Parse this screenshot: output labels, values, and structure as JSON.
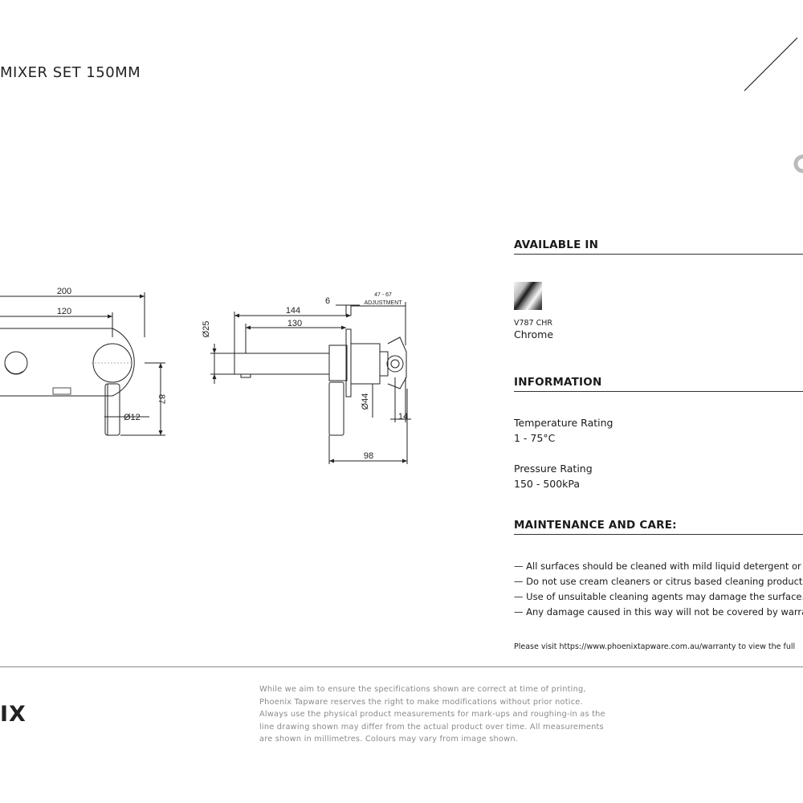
{
  "header": {
    "title": "MIXER SET 150MM"
  },
  "drawing": {
    "front": {
      "width_label": "200",
      "spacing_label": "120",
      "height_label": "87",
      "lever_dia_label": "Ø12"
    },
    "side": {
      "spout_length_label": "144",
      "spout_inner_label": "130",
      "plate_thickness_label": "6",
      "adjustment_range_label": "47 - 67",
      "adjustment_label": "ADJUSTMENT",
      "spout_dia_label": "Ø25",
      "body_dia_label": "Ø44",
      "depth_label": "98",
      "offset_label": "14"
    }
  },
  "available": {
    "heading": "AVAILABLE IN",
    "items": [
      {
        "code": "V787 CHR",
        "finish": "Chrome",
        "color": "#8a8a8a"
      }
    ]
  },
  "information": {
    "heading": "INFORMATION",
    "temperature": {
      "label": "Temperature Rating",
      "value": "1 - 75°C"
    },
    "pressure": {
      "label": "Pressure Rating",
      "value": "150 - 500kPa"
    }
  },
  "maintenance": {
    "heading": "MAINTENANCE AND CARE:",
    "items": [
      "All surfaces should be cleaned with mild liquid detergent or",
      "Do not use cream cleaners or citrus based cleaning products,",
      "Use of unsuitable cleaning agents may damage the surface.",
      "Any damage caused in this way will not be covered by warran"
    ],
    "warranty_note": "Please visit https://www.phoenixtapware.com.au/warranty to view the full"
  },
  "footer": {
    "brand": "IX",
    "disclaimer_lines": [
      "While we aim to ensure the specifications shown are correct at time of printing,",
      "Phoenix Tapware reserves the right to make modifications without prior notice.",
      "Always use the physical product measurements for mark-ups and roughing-in as the",
      "line drawing shown may differ from the actual product over time. All measurements",
      "are shown in millimetres. Colours may vary from image shown."
    ]
  }
}
